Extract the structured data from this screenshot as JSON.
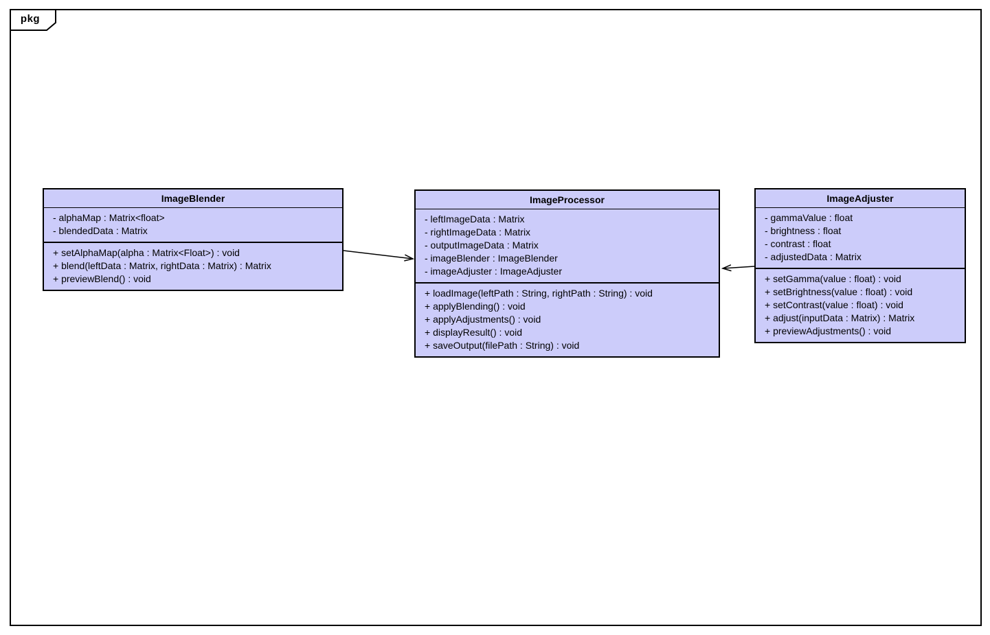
{
  "package": {
    "tab_label": "pkg"
  },
  "colors": {
    "class_fill": "#ccccfa",
    "border": "#000000",
    "canvas_background": "#ffffff"
  },
  "classes": [
    {
      "name": "ImageBlender",
      "attributes": [
        "- alphaMap : Matrix<float>",
        "- blendedData : Matrix"
      ],
      "methods": [
        "+ setAlphaMap(alpha : Matrix<Float>) : void",
        "+ blend(leftData : Matrix, rightData : Matrix) : Matrix",
        "+ previewBlend() : void"
      ]
    },
    {
      "name": "ImageProcessor",
      "attributes": [
        "- leftImageData : Matrix",
        "- rightImageData : Matrix",
        "- outputImageData : Matrix",
        "- imageBlender : ImageBlender",
        "- imageAdjuster : ImageAdjuster"
      ],
      "methods": [
        "+ loadImage(leftPath : String, rightPath : String) : void",
        "+ applyBlending() : void",
        "+ applyAdjustments() : void",
        "+ displayResult() : void",
        "+ saveOutput(filePath : String) : void"
      ]
    },
    {
      "name": "ImageAdjuster",
      "attributes": [
        "- gammaValue : float",
        "- brightness : float",
        "- contrast : float",
        "- adjustedData : Matrix"
      ],
      "methods": [
        "+ setGamma(value : float) : void",
        "+ setBrightness(value : float) : void",
        "+ setContrast(value : float) : void",
        "+ adjust(inputData : Matrix) : Matrix",
        "+ previewAdjustments() : void"
      ]
    }
  ],
  "relations": [
    {
      "from": "ImageBlender",
      "to": "ImageProcessor",
      "type": "arrow"
    },
    {
      "from": "ImageAdjuster",
      "to": "ImageProcessor",
      "type": "arrow"
    }
  ]
}
